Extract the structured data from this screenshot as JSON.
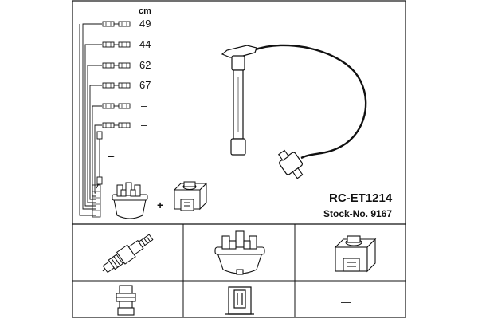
{
  "unit_label": "cm",
  "wire_lengths": [
    "49",
    "44",
    "62",
    "67",
    "–",
    "–"
  ],
  "extra_dash": "–",
  "plus_sign": "+",
  "part_number": "RC-ET1214",
  "stock_number": "Stock-No. 9167",
  "bottom_dash": "—",
  "icons": {
    "cable": "ignition-cable-icon",
    "spark_plug": "spark-plug-icon",
    "distributor_cap": "distributor-cap-icon",
    "ignition_coil": "ignition-coil-icon",
    "plug_boot": "spark-plug-boot-icon",
    "coil_connector": "coil-connector-icon"
  },
  "colors": {
    "line": "#111111",
    "background": "#ffffff"
  }
}
